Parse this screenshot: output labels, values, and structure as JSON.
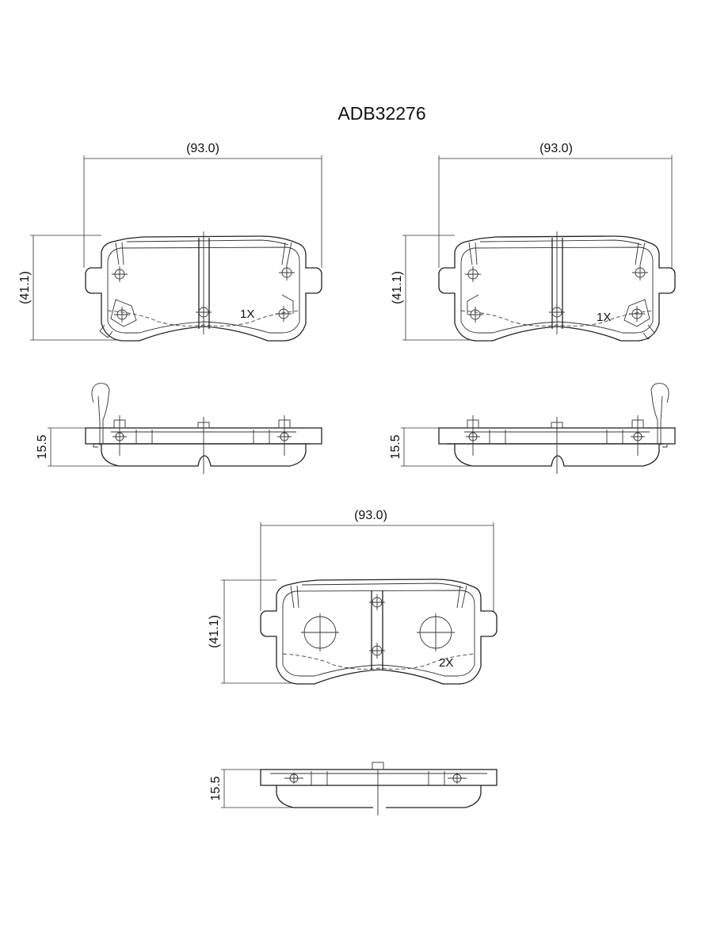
{
  "part_number": "ADB32276",
  "views": {
    "pad_left": {
      "width_label": "(93.0)",
      "height_label": "(41.1)",
      "quantity": "1X"
    },
    "pad_right": {
      "width_label": "(93.0)",
      "height_label": "(41.1)",
      "quantity": "1X"
    },
    "pad_center": {
      "width_label": "(93.0)",
      "height_label": "(41.1)",
      "quantity": "2X"
    },
    "side_left": {
      "thickness_label": "15.5"
    },
    "side_right": {
      "thickness_label": "15.5"
    },
    "side_center": {
      "thickness_label": "15.5"
    }
  }
}
